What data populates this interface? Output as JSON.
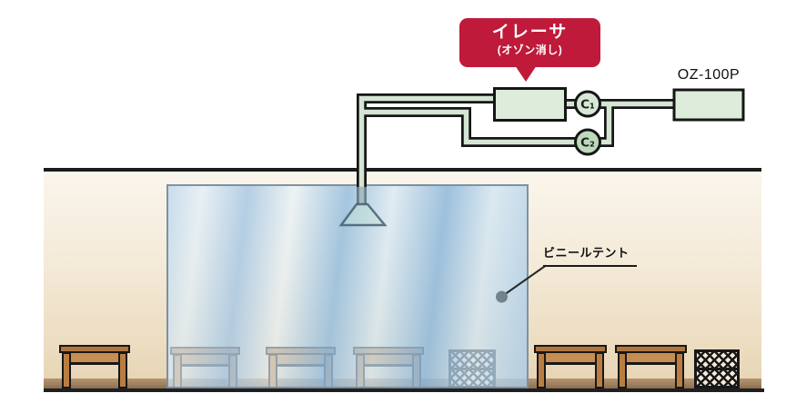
{
  "callout": {
    "title": "イレーサ",
    "subtitle": "(オゾン消し)"
  },
  "devices": {
    "ozone_generator_label": "OZ-100P",
    "connector_c1": "C₁",
    "connector_c2": "C₂"
  },
  "tent": {
    "label": "ビニールテント"
  },
  "colors": {
    "callout_red": "#bf1a3a",
    "pipe_core_green": "#d4e5d3",
    "device_box_green": "#ddecdb",
    "tent_blue": "#a9c9e2",
    "wood_brown": "#b1763e",
    "marker_gray": "#74828e"
  }
}
